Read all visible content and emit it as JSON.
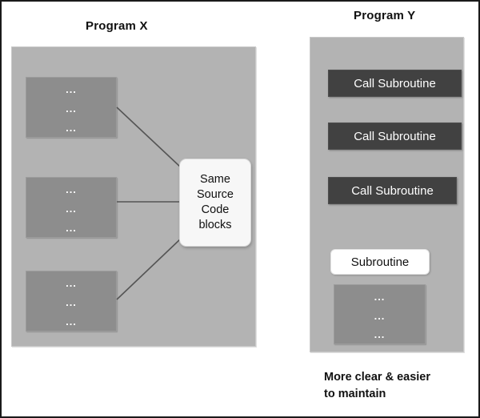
{
  "diagram": {
    "left_panel": {
      "title": "Program X",
      "blocks": [
        {
          "name": "code-block-1",
          "dots": [
            "...",
            "...",
            "..."
          ]
        },
        {
          "name": "code-block-2",
          "dots": [
            "...",
            "...",
            "..."
          ]
        },
        {
          "name": "code-block-3",
          "dots": [
            "...",
            "...",
            "..."
          ]
        }
      ],
      "callout": {
        "lines": [
          "Same",
          "Source",
          "Code",
          "blocks"
        ]
      }
    },
    "right_panel": {
      "title": "Program Y",
      "call_bars": [
        {
          "label": "Call Subroutine"
        },
        {
          "label": "Call Subroutine"
        },
        {
          "label": "Call Subroutine"
        }
      ],
      "subroutine_label": "Subroutine",
      "subroutine_block": {
        "dots": [
          "...",
          "...",
          "..."
        ]
      },
      "caption": [
        "More clear & easier",
        "to maintain"
      ]
    }
  },
  "colors": {
    "panel_fill": "#b3b3b3",
    "block_fill": "#8d8d8d",
    "call_bar_fill": "#414141",
    "callout_fill": "#f7f7f7",
    "subroutine_fill": "#ffffff",
    "connector_line": "#555555",
    "text_dark": "#111111",
    "text_light": "#ffffff",
    "outer_border": "#1a1a1a"
  }
}
